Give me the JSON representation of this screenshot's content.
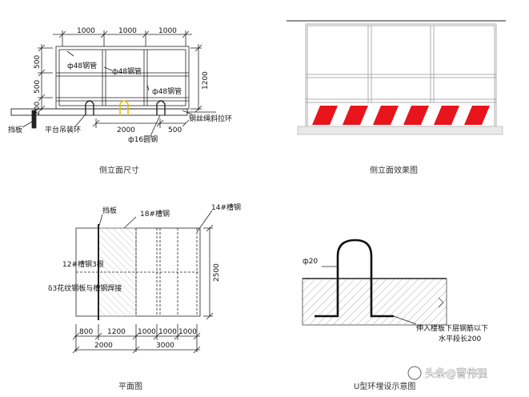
{
  "side_dims": {
    "top_widths": [
      "1000",
      "1000",
      "1000"
    ],
    "left_heights": [
      "500",
      "500",
      "200"
    ],
    "right_height": "1200",
    "bottom_2000": "2000",
    "bottom_500": "500"
  },
  "side_labels": {
    "pipe1": "ф48钢管",
    "pipe2": "ф48钢管",
    "pipe3": "ф48钢管",
    "wire_rope": "钢丝绳斜拉环",
    "baffle": "挡板",
    "lifting_ring": "平台吊装环",
    "round_steel": "ф16圆钢"
  },
  "captions": {
    "side_dim": "侧立面尺寸",
    "side_effect": "侧立面效果图",
    "plan": "平面图",
    "ring": "U型环埋设示意图"
  },
  "plan_labels": {
    "baffle": "挡板",
    "channel18": "18#槽钢",
    "channel14": "14#槽钢",
    "channel12": "12#槽钢3根",
    "plate": "δ3花纹钢板与槽钢焊接"
  },
  "plan_dims": {
    "right_height": "2500",
    "seg": [
      "800",
      "1200",
      "1000",
      "1000",
      "1000"
    ],
    "total_2000": "2000",
    "total_3000": "3000"
  },
  "ring_labels": {
    "dia": "ф20",
    "note_line1": "伸入楼板下层钢筋以下",
    "note_line2": "水平段长200"
  },
  "watermark": "头条@曹伟强",
  "colors": {
    "stripe_red": "#e8141c",
    "line": "#222222"
  }
}
